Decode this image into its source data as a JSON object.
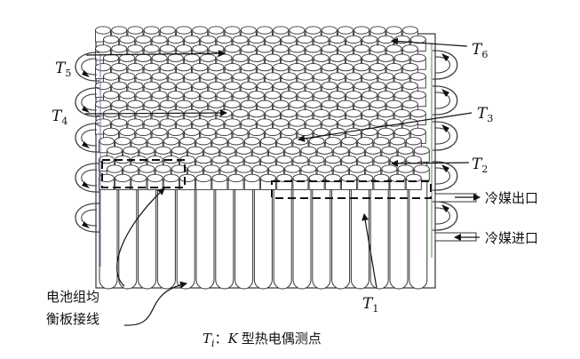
{
  "labels": {
    "t1": {
      "main": "T",
      "sub": "1"
    },
    "t2": {
      "main": "T",
      "sub": "2"
    },
    "t3": {
      "main": "T",
      "sub": "3"
    },
    "t4": {
      "main": "T",
      "sub": "4"
    },
    "t5": {
      "main": "T",
      "sub": "5"
    },
    "t6": {
      "main": "T",
      "sub": "6"
    }
  },
  "coolant_outlet": "冷媒出口",
  "coolant_inlet": "冷媒进口",
  "equalizer_line_1": "电池组均",
  "equalizer_line_2": "衡板接线",
  "caption": {
    "T": "T",
    "i": "i",
    "colon": "：",
    "K": "K",
    "rest": "型热电偶测点"
  }
}
